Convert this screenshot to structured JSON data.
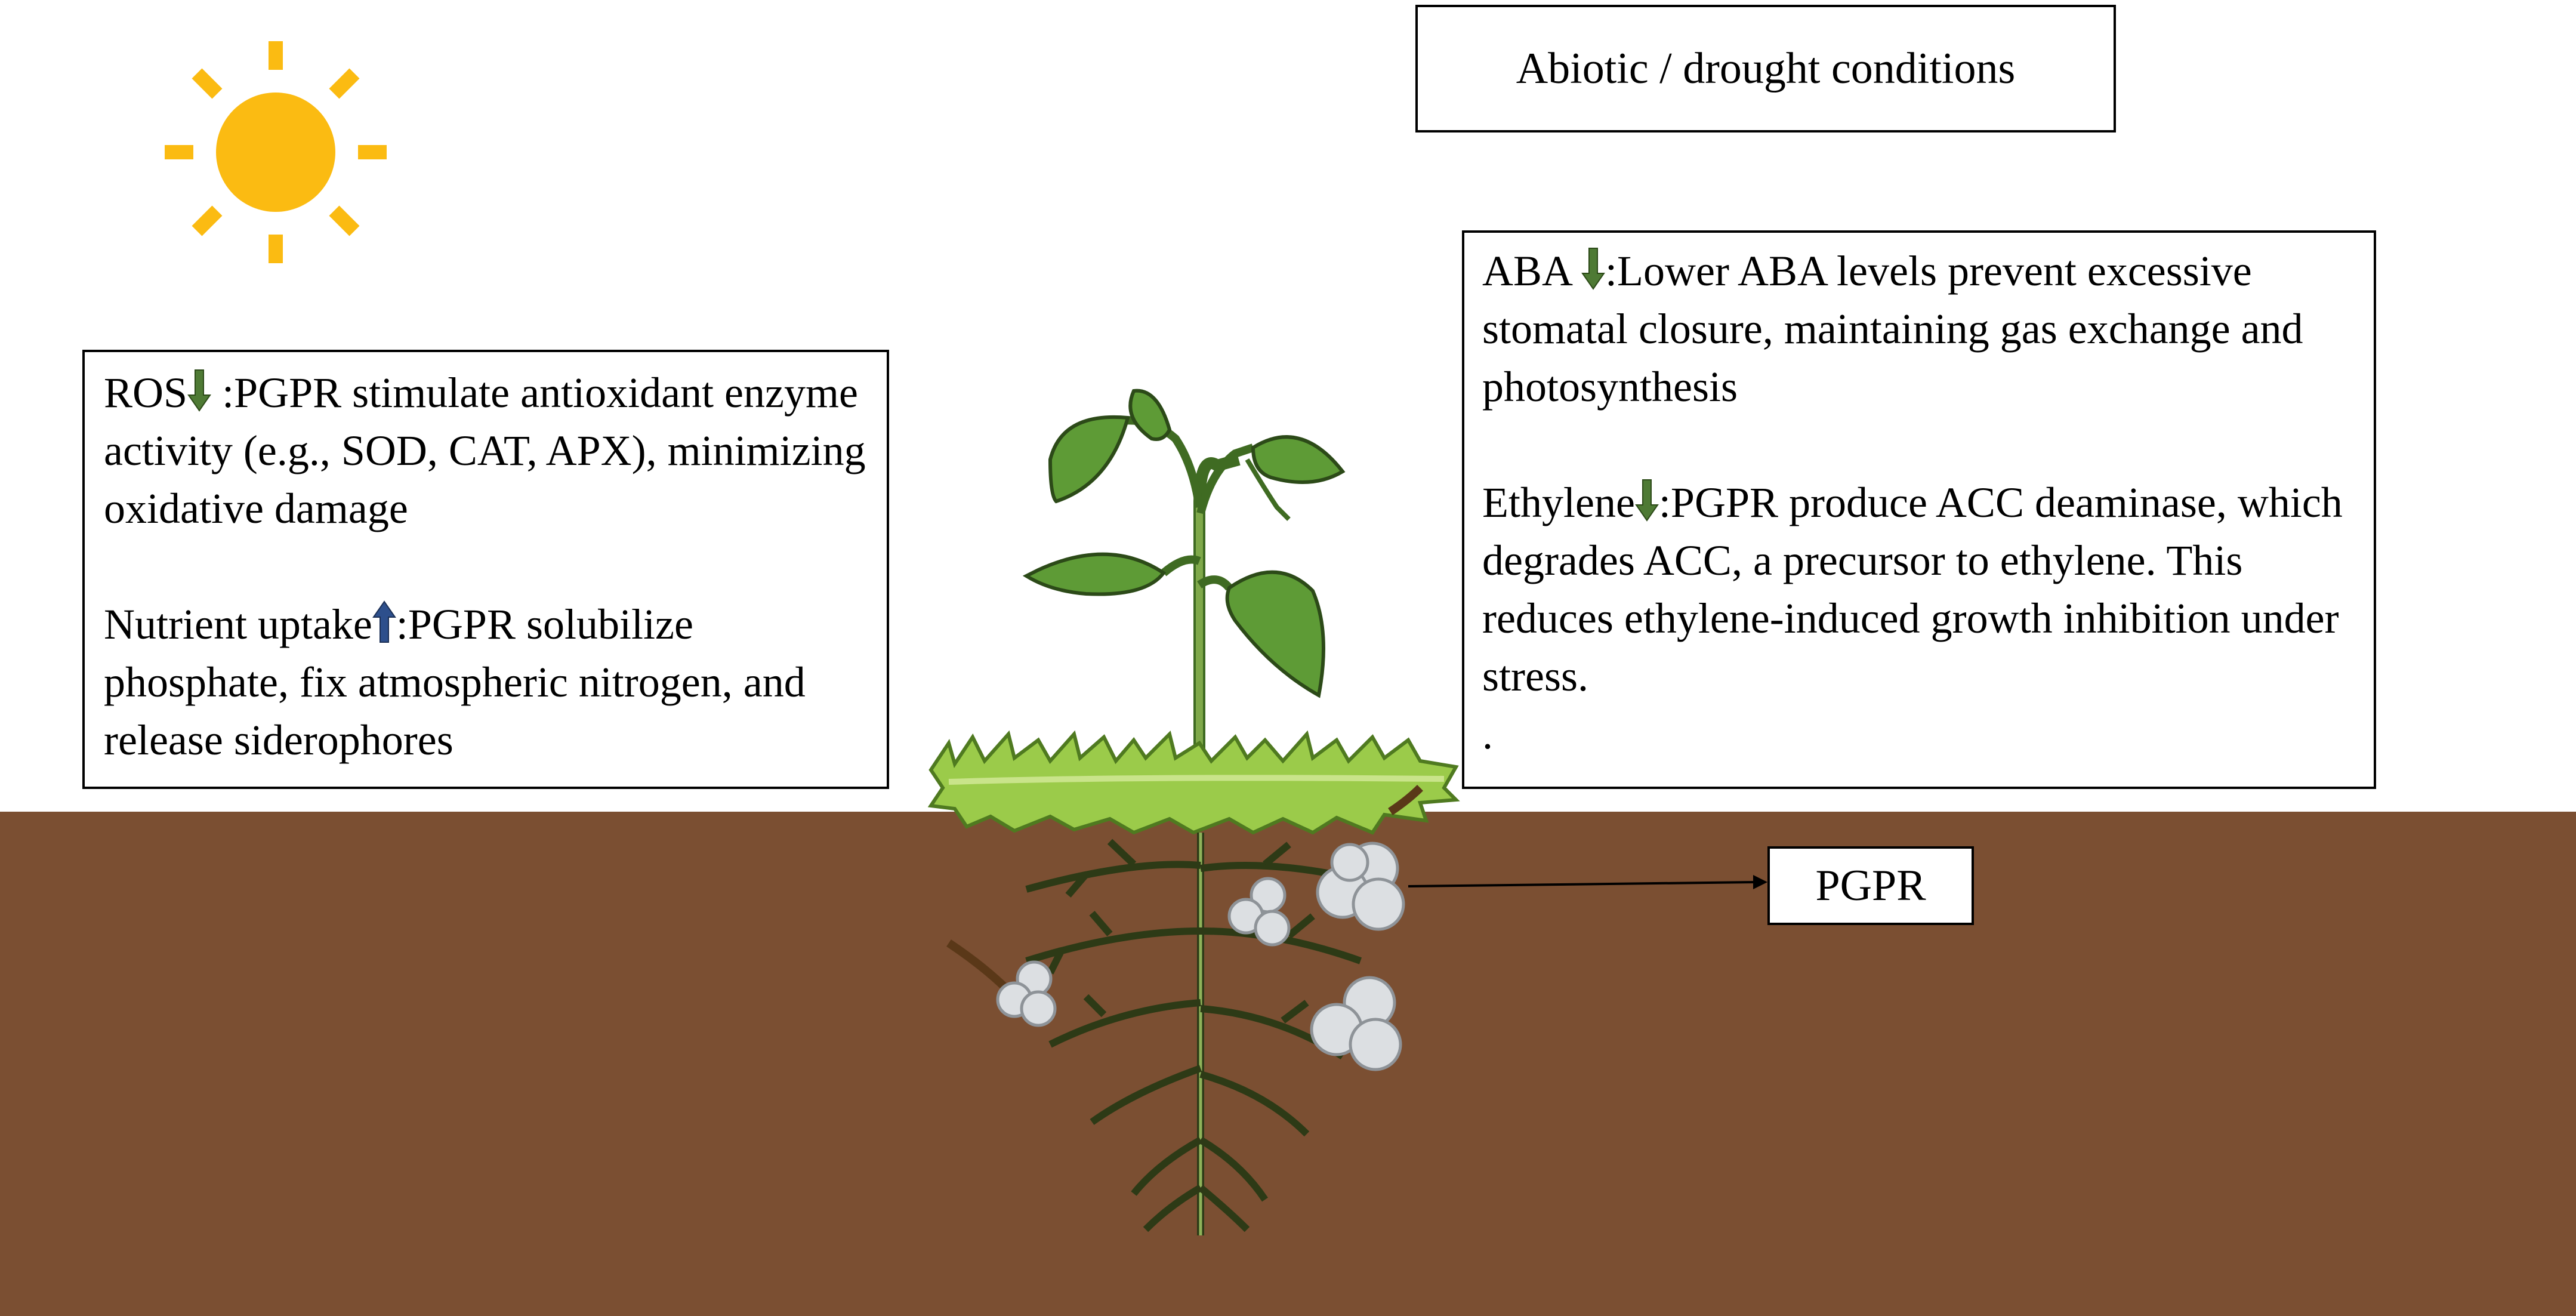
{
  "header": {
    "title": "Abiotic / drought conditions"
  },
  "left_panel": {
    "ros_label": "ROS",
    "ros_text": ":PGPR stimulate antioxidant enzyme activity (e.g., SOD, CAT, APX), minimizing oxidative damage",
    "nutrient_label": "Nutrient uptake",
    "nutrient_text": ":PGPR solubilize phosphate, fix atmospheric nitrogen, and release siderophores"
  },
  "right_panel": {
    "aba_label": "ABA",
    "aba_text": ":Lower ABA levels prevent excessive stomatal closure, maintaining gas exchange and photosynthesis",
    "ethylene_label": "Ethylene",
    "ethylene_text": ":PGPR produce ACC deaminase, which degrades ACC, a precursor to ethylene. This reduces ethylene-induced growth inhibition under stress.",
    "trailing": "."
  },
  "pgpr_label": "PGPR",
  "icons": {
    "sun": "sun-icon",
    "decrease": "down-arrow-icon",
    "increase": "up-arrow-icon",
    "plant": "plant-icon",
    "bacteria": "bacteria-cluster-icon"
  },
  "colors": {
    "soil": "#7b4f32",
    "sun": "#fbbb12",
    "down_arrow": "#4e7a34",
    "up_arrow": "#2d4f8c",
    "leaf": "#5e9b36",
    "grass": "#9bcb4a"
  }
}
